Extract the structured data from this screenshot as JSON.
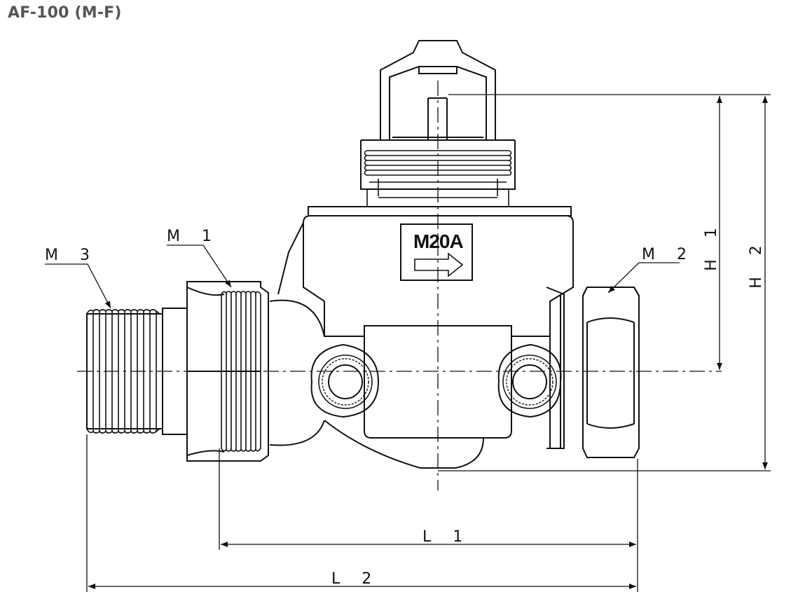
{
  "title": "AF-100 (M-F)",
  "labels": {
    "m1": "M 1",
    "m2": "M 2",
    "m3": "M 3",
    "l1": "L 1",
    "l2": "L 2",
    "h1": "H 1",
    "h2": "H 2",
    "model_badge": "M20A"
  },
  "colors": {
    "line": "#111111",
    "title": "#555555",
    "background": "#ffffff"
  }
}
